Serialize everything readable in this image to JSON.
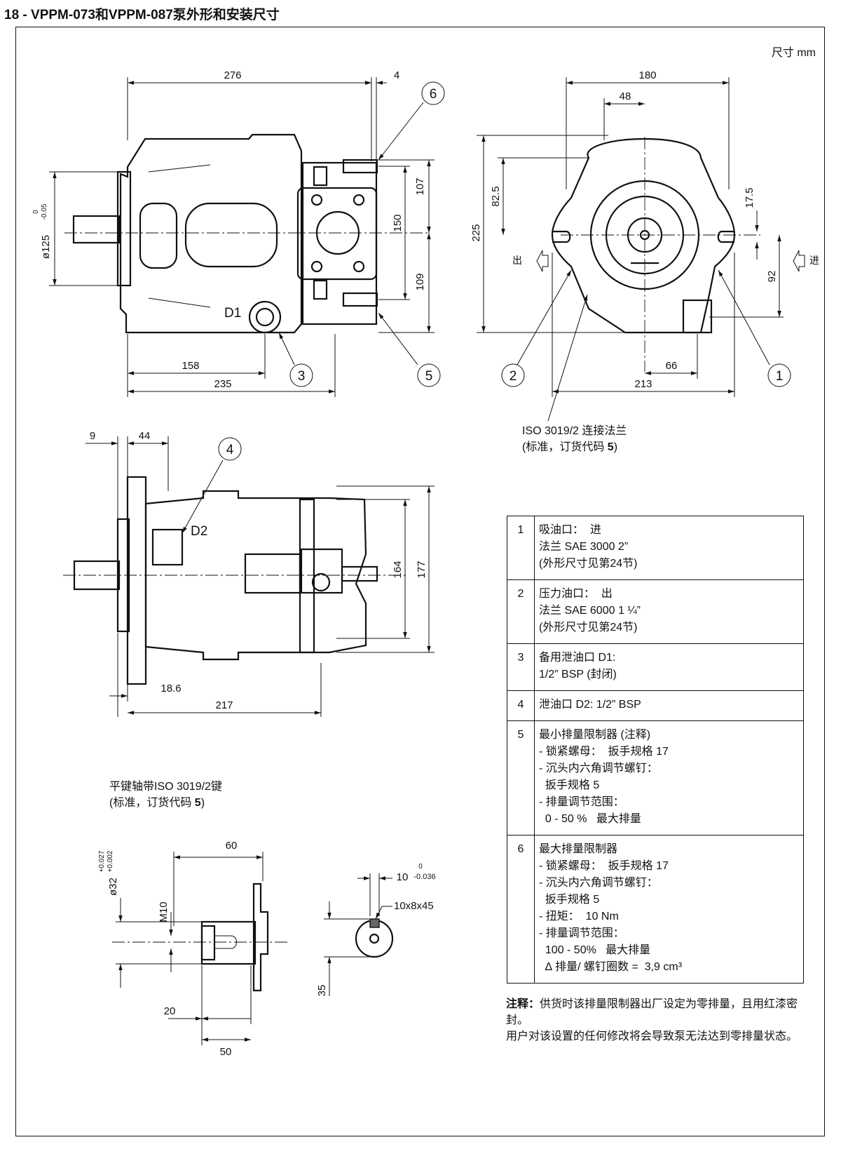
{
  "title": "18 - VPPM-073和VPPM-087泵外形和安装尺寸",
  "units": "尺寸  mm",
  "top_left_view": {
    "dims": [
      "276",
      "4",
      "107",
      "150",
      "109",
      "158",
      "235"
    ],
    "dia_label": "ø125",
    "dia_tol_upper": "0",
    "dia_tol_lower": "-0.05",
    "port_label": "D1",
    "callouts": [
      "6",
      "3",
      "5"
    ]
  },
  "top_right_view": {
    "dims": [
      "180",
      "48",
      "82.5",
      "225",
      "17.5",
      "92",
      "66",
      "213"
    ],
    "out_label": "出",
    "in_label": "进",
    "callouts": [
      "2",
      "1"
    ],
    "flange_note_line1": "ISO 3019/2 连接法兰",
    "flange_note_line2_pre": "(标准，订货代码 ",
    "flange_note_line2_bold": "5",
    "flange_note_line2_post": ")"
  },
  "side_view": {
    "dims": [
      "9",
      "44",
      "164",
      "177",
      "18.6",
      "217"
    ],
    "port_label": "D2",
    "callouts": [
      "4"
    ]
  },
  "shaft_view": {
    "caption_line1": "平键轴带ISO 3019/2键",
    "caption_line2_pre": "(标准，订货代码 ",
    "caption_line2_bold": "5",
    "caption_line2_post": ")",
    "dims": [
      "60",
      "20",
      "50",
      "35"
    ],
    "dia_label": "ø32",
    "dia_tol_upper": "+0.027",
    "dia_tol_lower": "+0.002",
    "thread_label": "M10",
    "key_width": "10",
    "key_tol_upper": "0",
    "key_tol_lower": "-0.036",
    "key_label": "10x8x45"
  },
  "legend": [
    {
      "num": "1",
      "lines": [
        "吸油口：  进",
        "法兰 SAE 3000 2”",
        "(外形尺寸见第24节)"
      ]
    },
    {
      "num": "2",
      "lines": [
        "压力油口：  出",
        "法兰 SAE 6000 1 ¼”",
        "(外形尺寸见第24节)"
      ]
    },
    {
      "num": "3",
      "lines": [
        "备用泄油口 D1:",
        "1/2” BSP (封闭)"
      ]
    },
    {
      "num": "4",
      "lines": [
        "泄油口 D2: 1/2” BSP"
      ]
    },
    {
      "num": "5",
      "lines": [
        "最小排量限制器 (注释)",
        "- 锁紧螺母：  扳手规格 17",
        "- 沉头内六角调节螺钉：",
        "  扳手规格 5",
        "- 排量调节范围：",
        "  0 - 50 %   最大排量"
      ]
    },
    {
      "num": "6",
      "lines": [
        "最大排量限制器",
        "- 锁紧螺母：  扳手规格 17",
        "- 沉头内六角调节螺钉：",
        "  扳手规格 5",
        "- 扭矩：  10 Nm",
        "- 排量调节范围：",
        "  100 - 50%   最大排量",
        "  ∆ 排量/ 螺钉圈数 =  3,9 cm³"
      ]
    }
  ],
  "note": {
    "label": "注释：",
    "text1": "供货时该排量限制器出厂设定为零排量，且用红漆密封。",
    "text2": "用户对该设置的任何修改将会导致泵无法达到零排量状态。"
  }
}
